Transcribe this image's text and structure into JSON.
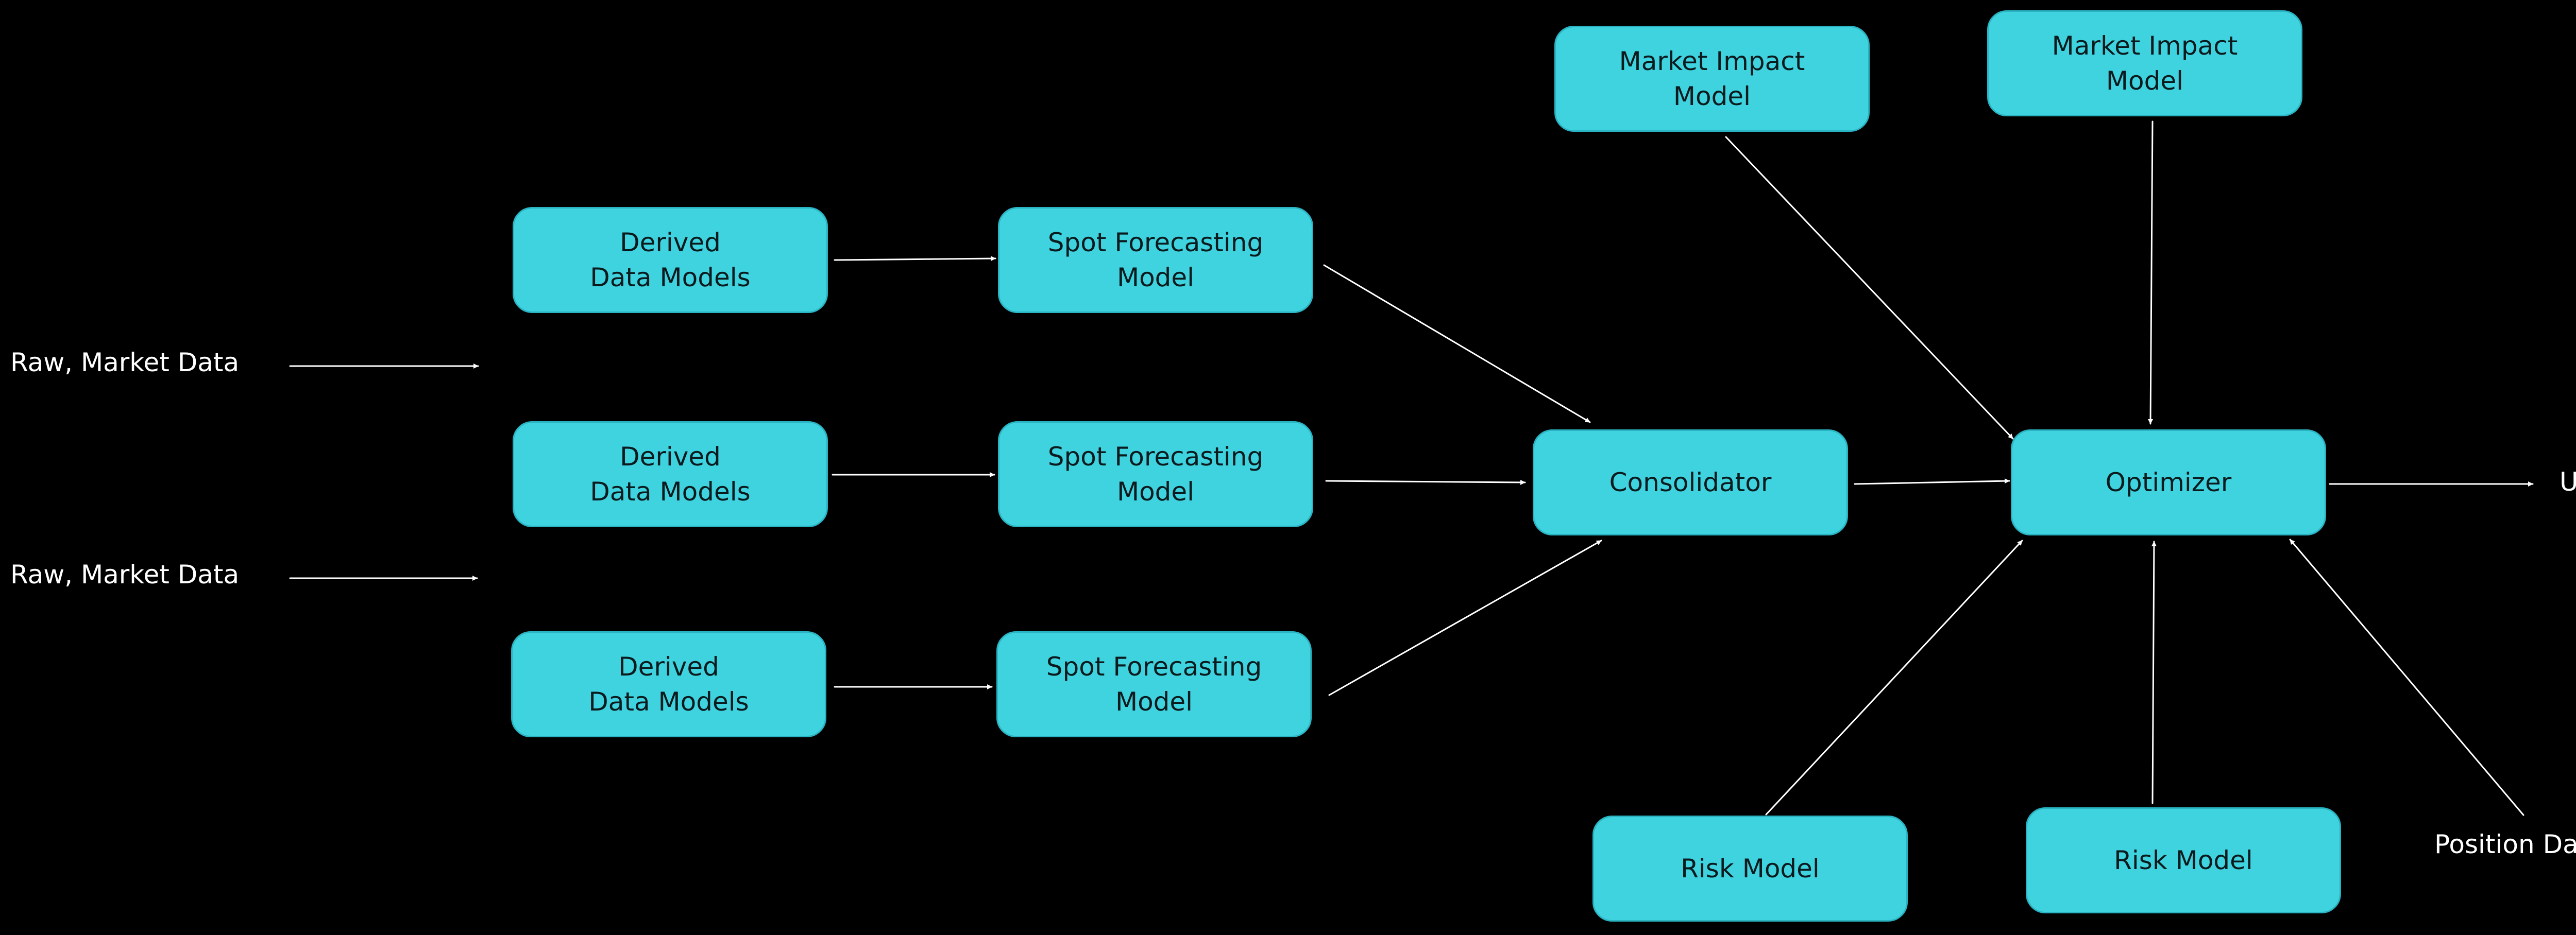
{
  "colors": {
    "background": "#000000",
    "node_fill": "#3fd2df",
    "node_text": "#0b1a1d",
    "edge": "#ffffff",
    "label_text": "#ffffff"
  },
  "nodes": {
    "derived_1": "Derived\nData Models",
    "derived_2": "Derived\nData Models",
    "derived_3": "Derived\nData Models",
    "spot_1": "Spot Forecasting\nModel",
    "spot_2": "Spot Forecasting\nModel",
    "spot_3": "Spot Forecasting\nModel",
    "consolidator": "Consolidator",
    "optimizer": "Optimizer",
    "impact_1": "Market Impact\nModel",
    "impact_2": "Market Impact\nModel",
    "risk_1": "Risk Model",
    "risk_2": "Risk Model"
  },
  "labels": {
    "raw_1": "Raw, Market Data",
    "raw_2": "Raw, Market Data",
    "user": "User",
    "position": "Position Data"
  },
  "edges": [
    {
      "from": "raw_1",
      "to": "derived_2"
    },
    {
      "from": "raw_2",
      "to": "derived_3"
    },
    {
      "from": "derived_1",
      "to": "spot_1"
    },
    {
      "from": "derived_2",
      "to": "spot_2"
    },
    {
      "from": "derived_3",
      "to": "spot_3"
    },
    {
      "from": "spot_1",
      "to": "consolidator"
    },
    {
      "from": "spot_2",
      "to": "consolidator"
    },
    {
      "from": "spot_3",
      "to": "consolidator"
    },
    {
      "from": "consolidator",
      "to": "optimizer"
    },
    {
      "from": "impact_1",
      "to": "optimizer"
    },
    {
      "from": "impact_2",
      "to": "optimizer"
    },
    {
      "from": "risk_1",
      "to": "optimizer"
    },
    {
      "from": "risk_2",
      "to": "optimizer"
    },
    {
      "from": "position",
      "to": "optimizer"
    },
    {
      "from": "optimizer",
      "to": "user"
    }
  ]
}
